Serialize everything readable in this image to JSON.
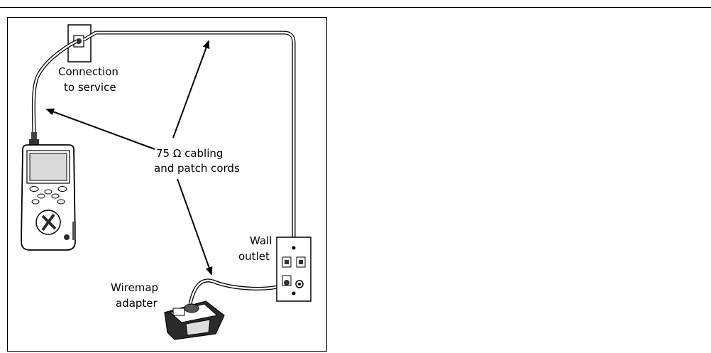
{
  "labels": {
    "connection_line1": "Connection",
    "connection_line2": "to service",
    "cabling_line1": "75 Ω cabling",
    "cabling_line2": "and patch cords",
    "wall_line1": "Wall",
    "wall_line2": "outlet",
    "wiremap_line1": "Wiremap",
    "wiremap_line2": "adapter"
  },
  "colors": {
    "line": "#000000",
    "device_fill": "#ffffff",
    "screen": "#d9d9d9",
    "device_dark": "#2a2a2a"
  }
}
